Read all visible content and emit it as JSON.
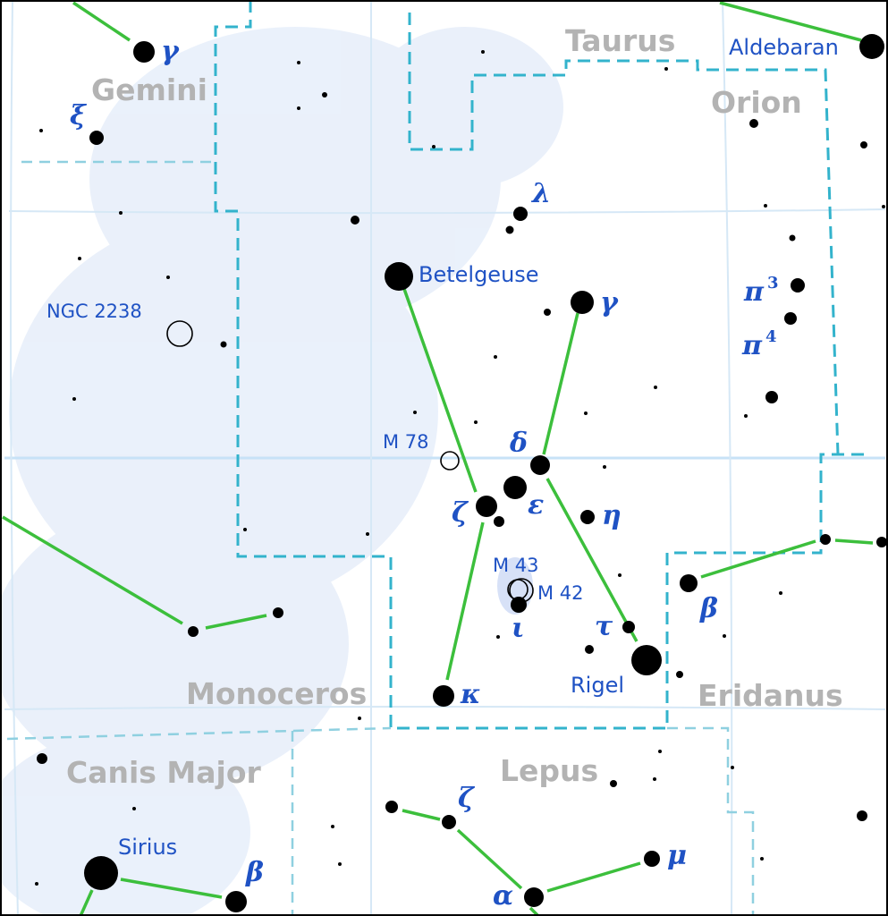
{
  "map": {
    "constellations": [
      {
        "id": "taurus",
        "label": "Taurus"
      },
      {
        "id": "gemini",
        "label": "Gemini"
      },
      {
        "id": "orion",
        "label": "Orion"
      },
      {
        "id": "monoceros",
        "label": "Monoceros"
      },
      {
        "id": "eridanus",
        "label": "Eridanus"
      },
      {
        "id": "canis-major",
        "label": "Canis Major"
      },
      {
        "id": "lepus",
        "label": "Lepus"
      }
    ],
    "named_stars": {
      "aldebaran": "Aldebaran",
      "betelgeuse": "Betelgeuse",
      "rigel": "Rigel",
      "sirius": "Sirius"
    },
    "deep_sky": {
      "ngc2238": "NGC 2238",
      "m78": "M 78",
      "m43": "M 43",
      "m42": "M 42"
    },
    "greek_labels": {
      "gemini_gamma": "γ",
      "gemini_xi": "ξ",
      "orion_lambda": "λ",
      "orion_gamma": "γ",
      "orion_pi3": "π",
      "orion_pi3_sup": "3",
      "orion_pi4": "π",
      "orion_pi4_sup": "4",
      "orion_delta": "δ",
      "orion_epsilon": "ε",
      "orion_zeta": "ζ",
      "orion_eta": "η",
      "orion_iota": "ι",
      "orion_tau": "τ",
      "orion_kappa": "κ",
      "eridanus_beta": "β",
      "lepus_zeta": "ζ",
      "lepus_alpha": "α",
      "lepus_mu": "μ",
      "cma_beta": "β"
    },
    "colors": {
      "constellation_label": "#b3b3b3",
      "star_label": "#1f52c4",
      "boundary": "#33b3cc",
      "stick_figure": "#3cbf3c",
      "grid": "#d6e8f6",
      "milky_way": "#e3ecf9"
    }
  }
}
